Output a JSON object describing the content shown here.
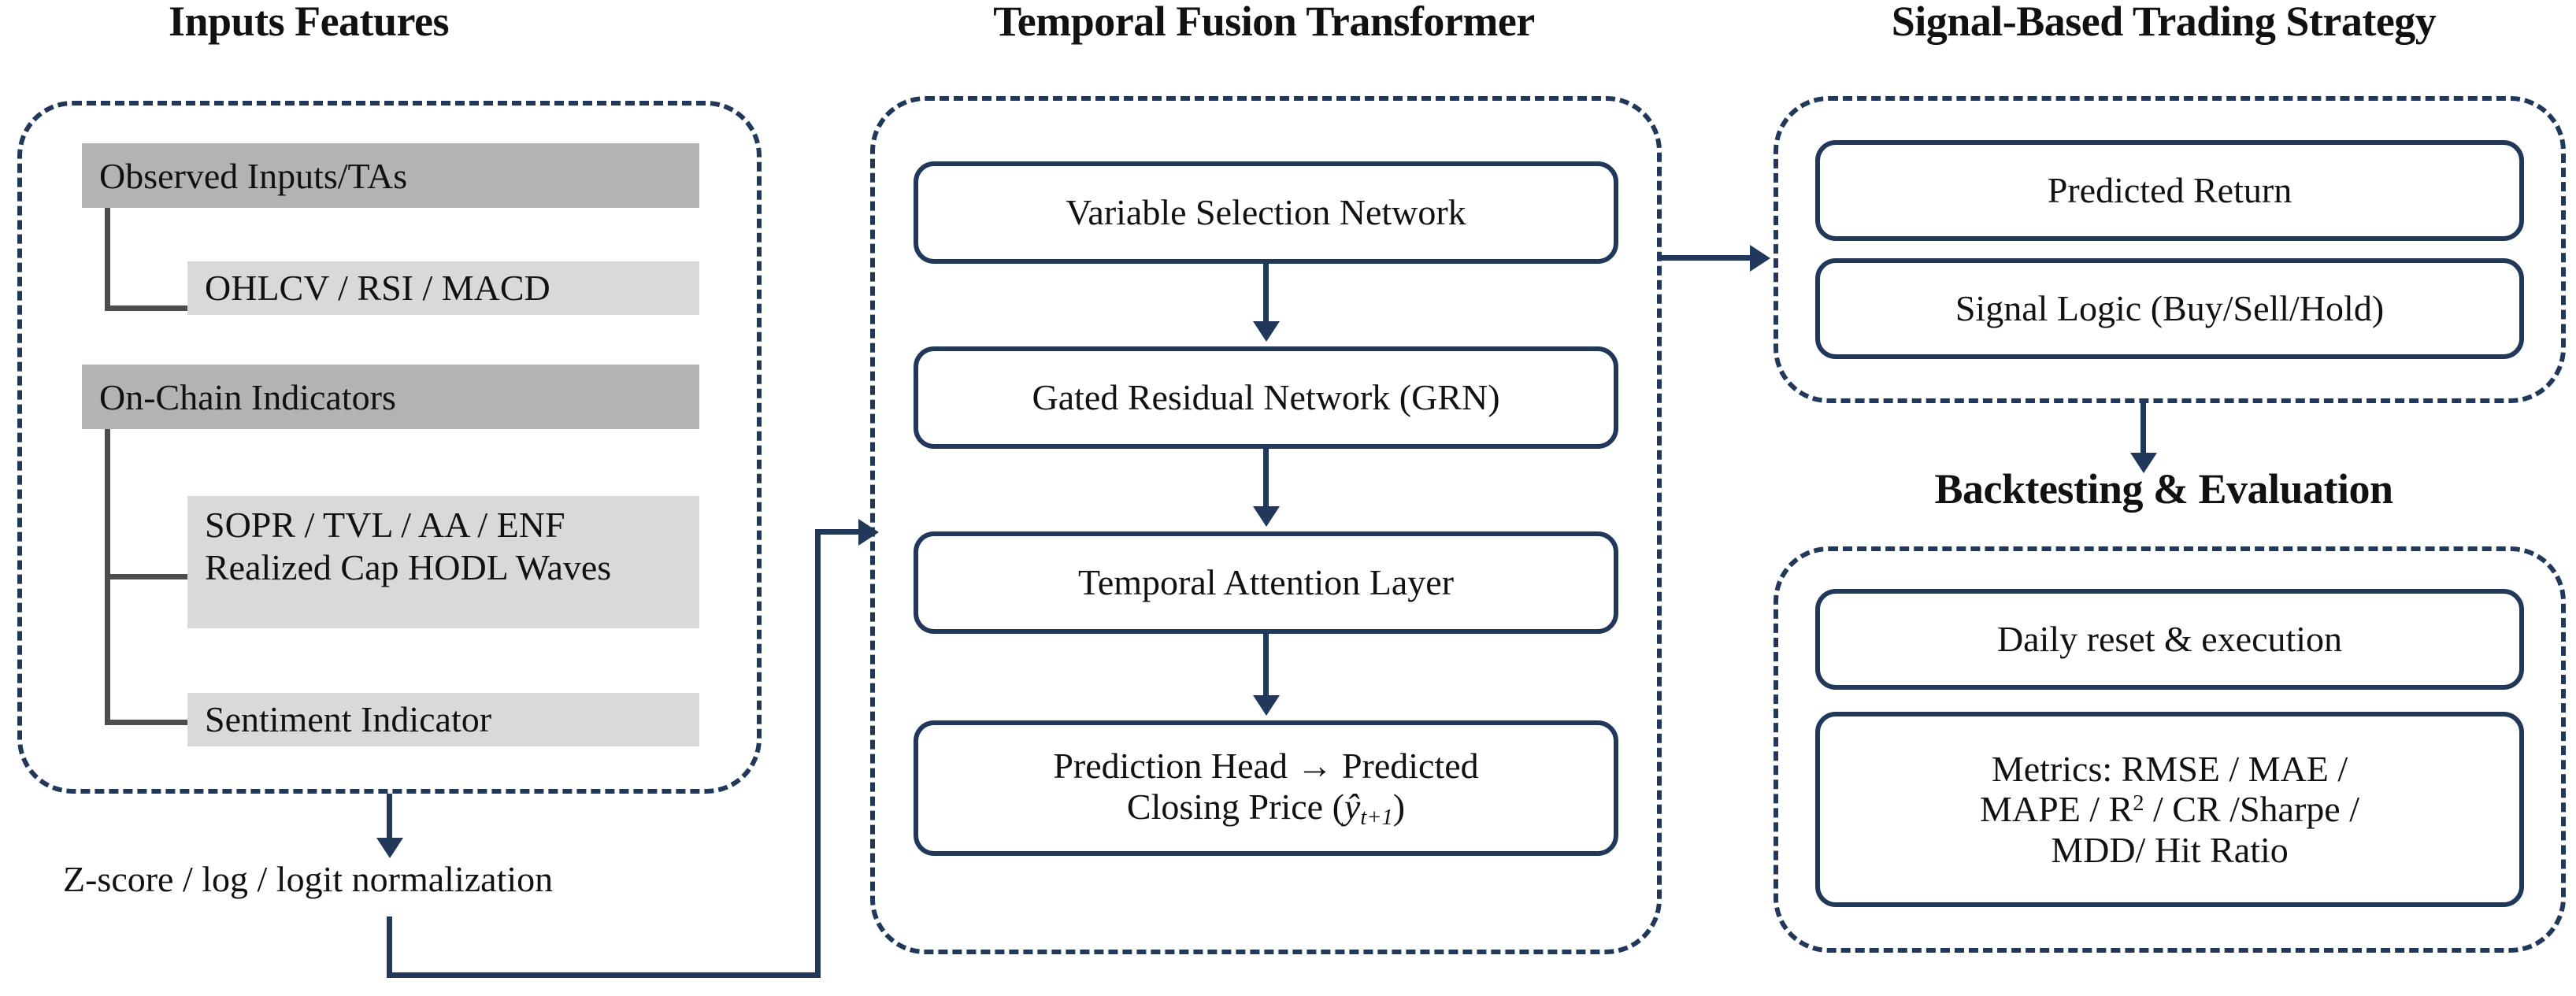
{
  "columns": {
    "inputs": {
      "title": "Inputs Features",
      "groups": [
        {
          "header": "Observed Inputs/TAs",
          "children": [
            "OHLCV / RSI / MACD"
          ]
        },
        {
          "header": "On-Chain Indicators",
          "children": [
            "SOPR / TVL / AA / ENF Realized Cap HODL Waves",
            "Sentiment Indicator"
          ]
        }
      ],
      "normalization_label": "Z-score / log / logit normalization"
    },
    "tft": {
      "title": "Temporal Fusion Transformer",
      "stages": [
        "Variable Selection Network",
        "Gated Residual Network (GRN)",
        "Temporal Attention Layer"
      ],
      "prediction_head_line1": "Prediction Head → Predicted",
      "prediction_head_line2_prefix": "Closing Price (",
      "prediction_head_symbol": "ŷ",
      "prediction_head_subscript": "t+1",
      "prediction_head_line2_suffix": ")"
    },
    "strategy": {
      "title": "Signal-Based Trading Strategy",
      "items": [
        "Predicted Return",
        "Signal Logic (Buy/Sell/Hold)"
      ]
    },
    "backtesting": {
      "title": "Backtesting & Evaluation",
      "items": [
        "Daily reset & execution"
      ],
      "metrics_line1": "Metrics: RMSE / MAE /",
      "metrics_line2_prefix": "MAPE / R",
      "metrics_line2_sup": "2",
      "metrics_line2_suffix": " / CR /Sharpe /",
      "metrics_line3": "MDD/ Hit Ratio"
    }
  },
  "icons": {
    "arrow_down": "arrow-down-icon",
    "arrow_right": "arrow-right-icon"
  },
  "colors": {
    "navy": "#21385b",
    "grey_header": "#b3b3b3",
    "grey_sub": "#d9d9d9",
    "tree_line": "#4d4d4d",
    "text": "#111111",
    "background": "#ffffff"
  }
}
